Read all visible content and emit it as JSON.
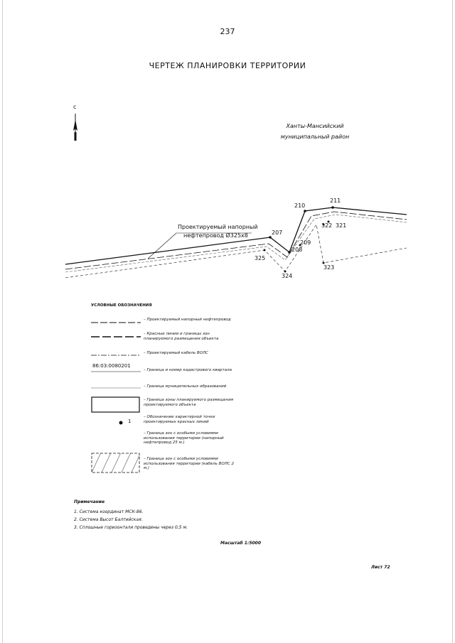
{
  "page_number": "237",
  "title": "ЧЕРТЕЖ ПЛАНИРОВКИ ТЕРРИТОРИИ",
  "north_letter": "с",
  "district": {
    "line1": "Ханты-Мансийский",
    "line2": "муниципальный район"
  },
  "map": {
    "pipeline_label_1": "Проектируемый напорный",
    "pipeline_label_2": "нефтепровод Ø325х8",
    "points": [
      "207",
      "208",
      "209",
      "210",
      "211",
      "321",
      "322",
      "323",
      "324",
      "325"
    ]
  },
  "legend": {
    "title": "УСЛОВНЫЕ ОБОЗНАЧЕНИЯ",
    "items": [
      {
        "text": "– Проектируемый напорный нефтепровод"
      },
      {
        "text": "– Красные линии и границы зон планируемого размещения объекта"
      },
      {
        "text": "– Проектируемый кабель ВОЛС"
      },
      {
        "parcel": "86:03:0080201",
        "text": "– Граница и номер кадастрового квартала"
      },
      {
        "text": "– Граница муниципальных образований"
      },
      {
        "text": "– Граница зоны планируемого размещения проектируемого объекта"
      },
      {
        "point_num": "1",
        "text": "– Обозначение характерной точки проектируемых красных линий"
      },
      {
        "text": "– Граница зон с особыми условиями использования территории (напорный нефтепровод 25 м.)"
      },
      {
        "text": "– Граница зон с особыми условиями использования территории (кабель ВОЛС 2 м.)"
      }
    ]
  },
  "notes": {
    "title": "Примечание",
    "items": [
      "1. Система координат МСК-86.",
      "2. Система Высот Балтийская.",
      "3. Сплошные горизонтали проведены через 0,5 м."
    ]
  },
  "scale": "Масштаб 1:5000",
  "sheet": "Лист 72"
}
